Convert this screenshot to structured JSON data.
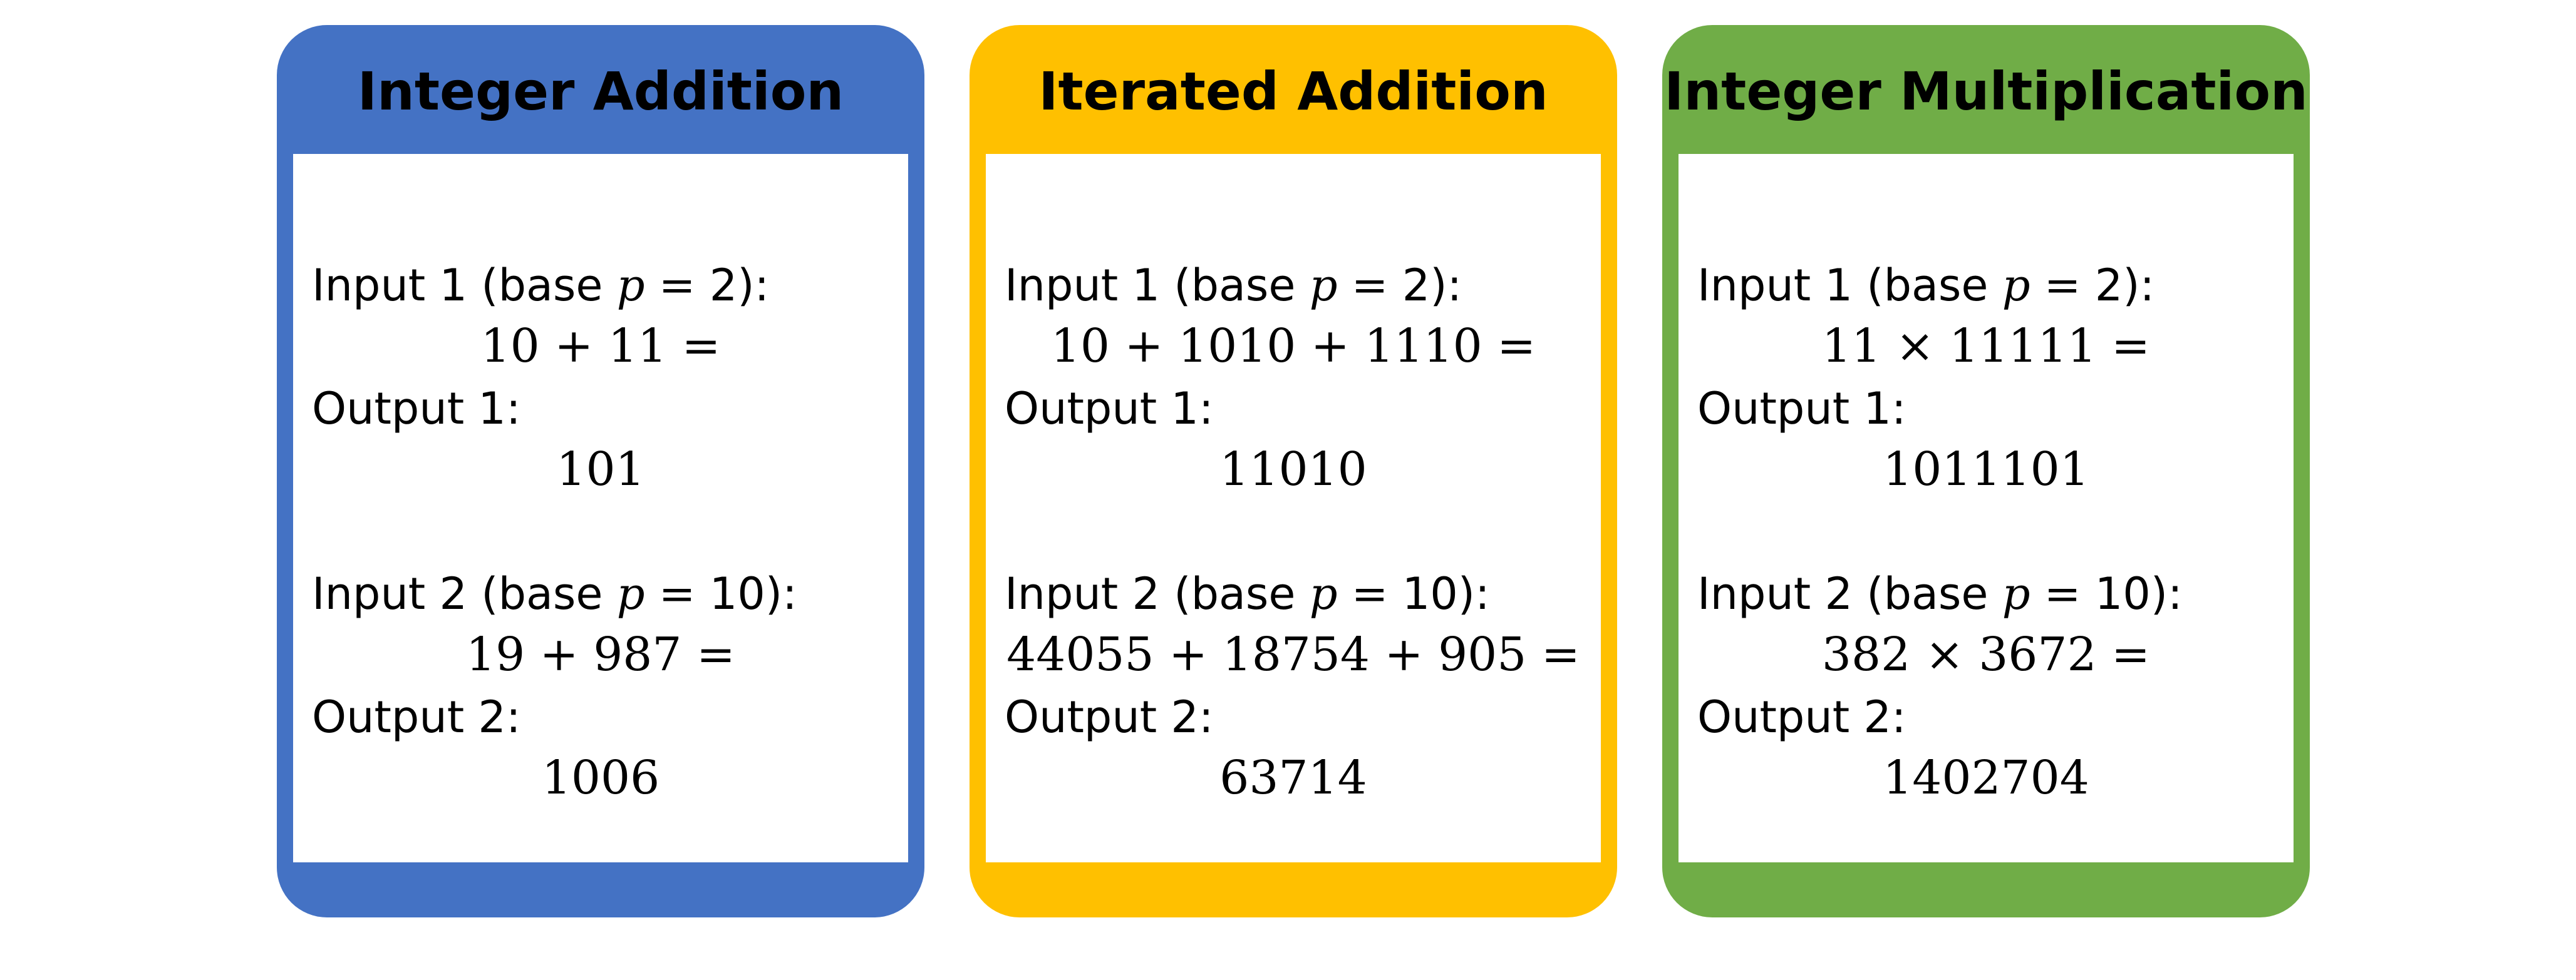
{
  "panels": [
    {
      "title": "Integer Addition",
      "color": "#4472C4",
      "input1_prefix": "Input 1 (base ",
      "input1_base": "2",
      "expr1": "10 + 11 =",
      "output1_label": "Output 1:",
      "result1": "101",
      "input2_prefix": "Input 2 (base ",
      "input2_base": "10",
      "expr2": "19 + 987 =",
      "output2_label": "Output 2:",
      "result2": "1006"
    },
    {
      "title": "Iterated Addition",
      "color": "#FFC000",
      "input1_prefix": "Input 1 (base ",
      "input1_base": "2",
      "expr1": "10 + 1010 + 1110 =",
      "output1_label": "Output 1:",
      "result1": "11010",
      "input2_prefix": "Input 2 (base ",
      "input2_base": "10",
      "expr2": "44055 + 18754 + 905 =",
      "output2_label": "Output 2:",
      "result2": "63714"
    },
    {
      "title": "Integer Multiplication",
      "color": "#70AD47",
      "input1_prefix": "Input 1 (base ",
      "input1_base": "2",
      "expr1": "11 × 11111 =",
      "output1_label": "Output 1:",
      "result1": "1011101",
      "input2_prefix": "Input 2 (base ",
      "input2_base": "10",
      "expr2": "382 × 3672 =",
      "output2_label": "Output 2:",
      "result2": "1402704"
    }
  ],
  "symbols": {
    "base_var": "p",
    "equals": " = ",
    "close": "):"
  }
}
